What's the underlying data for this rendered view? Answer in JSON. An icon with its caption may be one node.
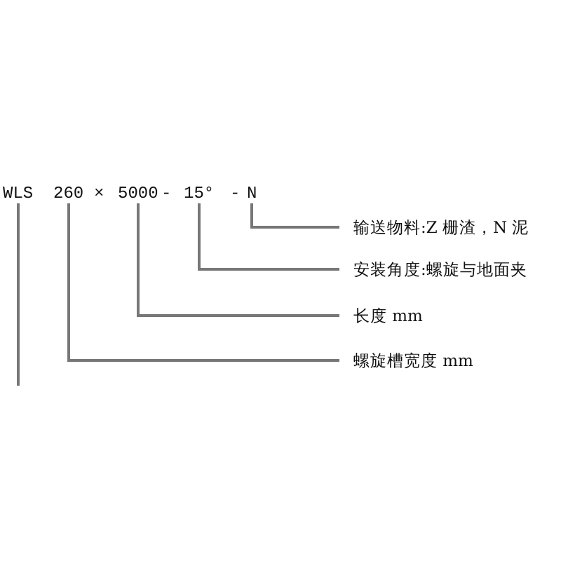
{
  "diagram": {
    "nodes": [
      {
        "text": [
          "WLS"
        ]
      },
      {
        "text": [
          "260"
        ]
      },
      {
        "text": [
          "5000"
        ]
      },
      {
        "text": [
          "15°"
        ]
      },
      {
        "text": [
          "N"
        ]
      },
      {
        "text": [
          "输送物料:Z 栅渣，N 泥"
        ]
      },
      {
        "text": [
          "安装角度:螺旋与地面夹"
        ]
      },
      {
        "text": [
          "长度 mm"
        ]
      },
      {
        "text": [
          "螺旋槽宽度 mm"
        ]
      }
    ],
    "edges": [
      {
        "from": 0,
        "to": null,
        "arrow": "none"
      },
      {
        "from": 5,
        "to": 4,
        "arrow": "none"
      },
      {
        "from": 6,
        "to": 3,
        "arrow": "none"
      },
      {
        "from": 7,
        "to": 2,
        "arrow": "none"
      },
      {
        "from": 8,
        "to": 1,
        "arrow": "none"
      }
    ],
    "labels": [
      "×",
      "-",
      "-"
    ]
  }
}
